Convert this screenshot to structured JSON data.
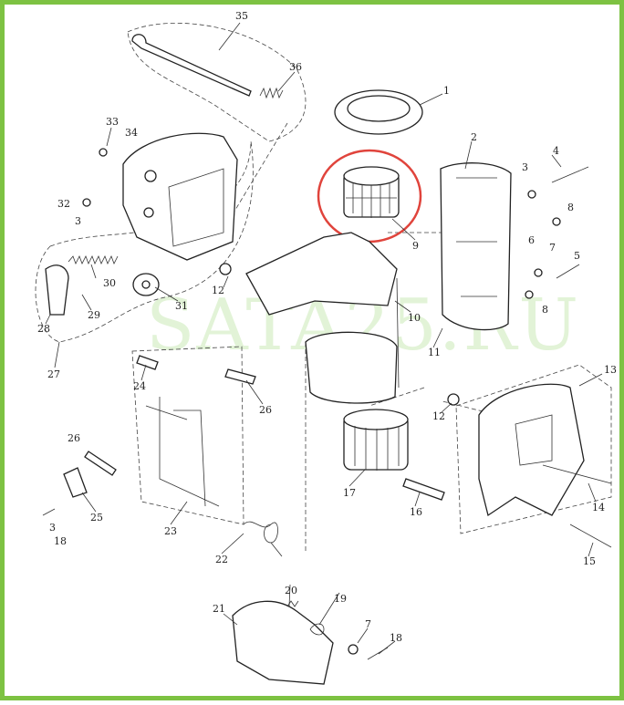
{
  "watermark": "SATA25.RU",
  "highlight_color": "#e0443c",
  "border_color": "#7dc242",
  "callouts": [
    "35",
    "36",
    "1",
    "2",
    "33",
    "34",
    "3",
    "4",
    "32",
    "3",
    "8",
    "9",
    "6",
    "7",
    "5",
    "30",
    "29",
    "31",
    "12",
    "8",
    "10",
    "28",
    "11",
    "27",
    "13",
    "24",
    "26",
    "12",
    "26",
    "17",
    "16",
    "14",
    "25",
    "3",
    "18",
    "23",
    "22",
    "15",
    "20",
    "19",
    "21",
    "7",
    "18"
  ]
}
